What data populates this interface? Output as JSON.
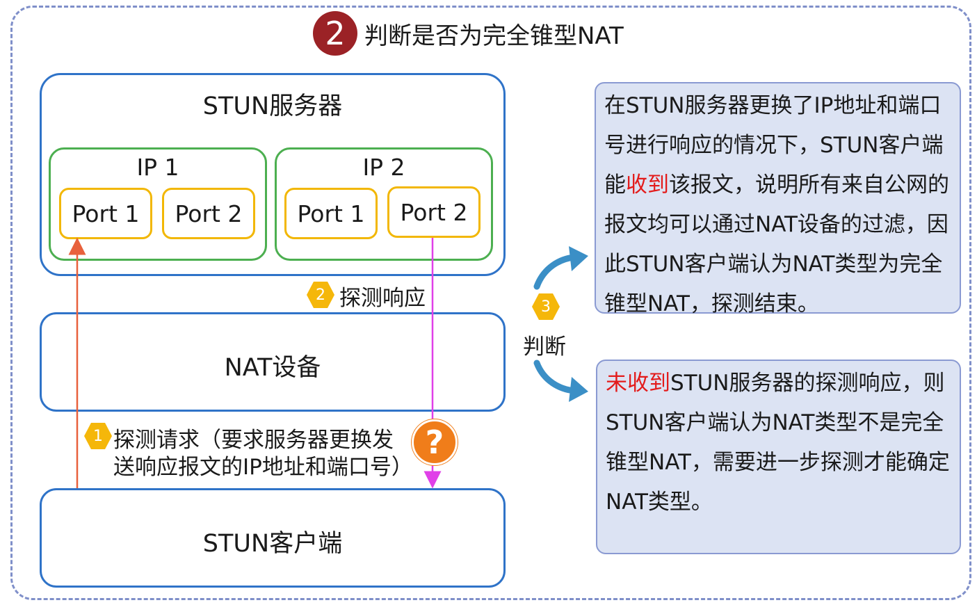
{
  "title": {
    "step": "2",
    "text": "判断是否为完全锥型NAT"
  },
  "server": {
    "label": "STUN服务器",
    "ip1": {
      "label": "IP 1",
      "port1": "Port 1",
      "port2": "Port 2"
    },
    "ip2": {
      "label": "IP 2",
      "port1": "Port 1",
      "port2": "Port 2"
    }
  },
  "nat": {
    "label": "NAT设备"
  },
  "client": {
    "label": "STUN客户端"
  },
  "steps": {
    "s1": {
      "num": "1",
      "line1": "探测请求（要求服务器更换发",
      "line2": "送响应报文的IP地址和端口号）"
    },
    "s2": {
      "num": "2",
      "label": "探测响应"
    },
    "s3": {
      "num": "3",
      "label": "判断"
    }
  },
  "question": {
    "symbol": "?"
  },
  "note_top": {
    "part1": "在STUN服务器更换了IP地址和端口号进行响应的情况下，STUN客户端能",
    "highlight": "收到",
    "part2": "该报文，说明所有来自公网的报文均可以通过NAT设备的过滤，因此STUN客户端认为NAT类型为完全锥型NAT，探测结束。"
  },
  "note_bottom": {
    "highlight": "未收到",
    "part2": "STUN服务器的探测响应，则STUN客户端认为NAT类型不是完全锥型NAT，需要进一步探测才能确定NAT类型。"
  },
  "colors": {
    "accent_dark_red": "#9b2226",
    "blue": "#2f73c8",
    "green": "#4caf50",
    "yellow": "#f2b705",
    "request_arrow": "#e8613c",
    "response_arrow": "#e040e8",
    "question_orange": "#f07d1a",
    "note_bg": "#dce3f3",
    "highlight_red": "#e31b1b",
    "curve_arrow": "#3b8fc6"
  },
  "icons": {
    "step_badge": "hexagon-badge-icon",
    "question": "question-circle-icon",
    "curve": "curved-arrow-icon"
  }
}
